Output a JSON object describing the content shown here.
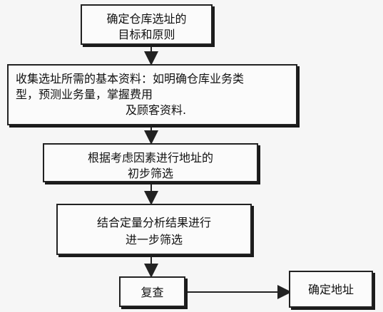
{
  "flowchart": {
    "nodes": [
      {
        "id": "node-1",
        "lines": [
          "确定仓库选址的",
          "目标和原则"
        ]
      },
      {
        "id": "node-2",
        "lines": [
          "收集选址所需的基本资料：如明确仓库业务类",
          "型，预测业务量，掌握费用",
          "及顾客资料."
        ]
      },
      {
        "id": "node-3",
        "lines": [
          "根据考虑因素进行地址的",
          "初步筛选"
        ]
      },
      {
        "id": "node-4",
        "lines": [
          "结合定量分析结果进行",
          "进一步筛选"
        ]
      },
      {
        "id": "node-5",
        "lines": [
          "复查"
        ]
      },
      {
        "id": "node-6",
        "lines": [
          "确定地址"
        ]
      }
    ]
  }
}
